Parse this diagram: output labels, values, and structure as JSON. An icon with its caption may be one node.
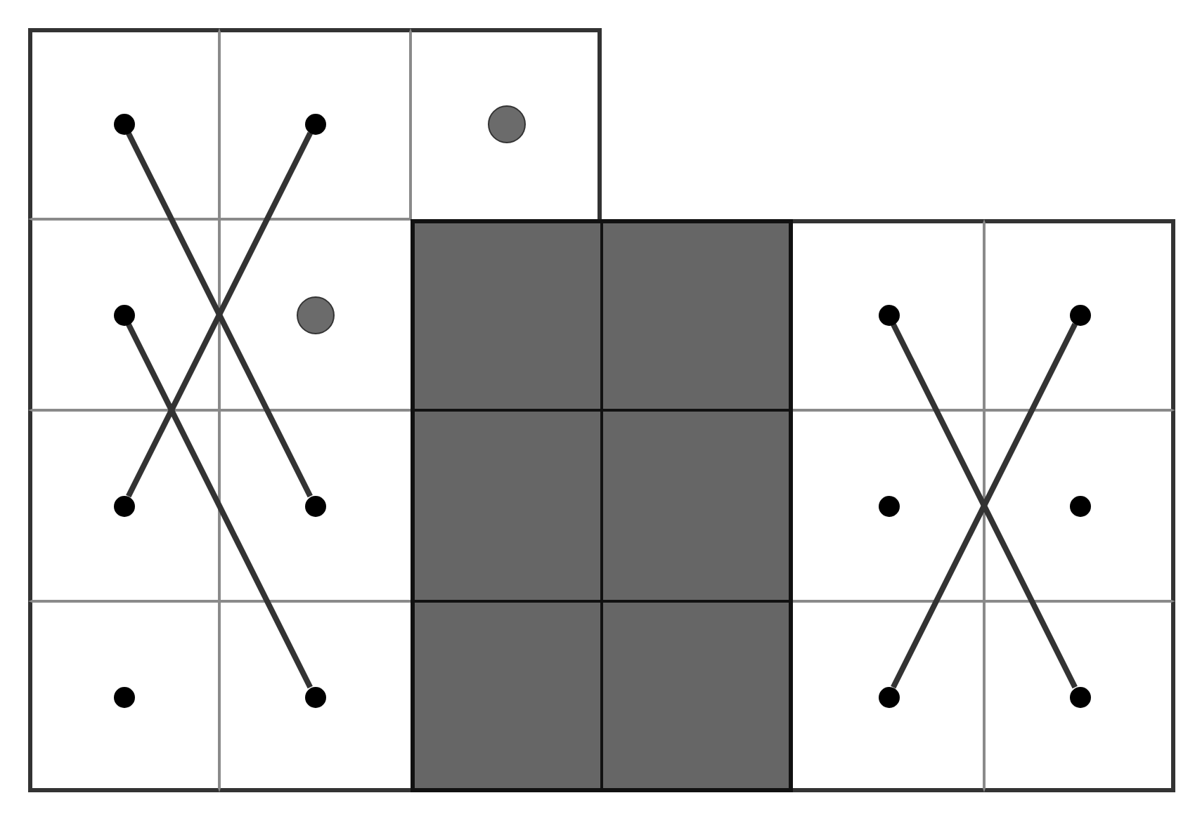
{
  "diagram": {
    "nodes": [
      {
        "text": [],
        "shape": "circle"
      },
      {
        "text": [],
        "shape": "circle"
      },
      {
        "text": [],
        "shape": "circle"
      },
      {
        "text": [],
        "shape": "circle"
      },
      {
        "text": [],
        "shape": "circle"
      },
      {
        "text": [],
        "shape": "circle"
      },
      {
        "text": [],
        "shape": "circle"
      },
      {
        "text": [],
        "shape": "circle"
      },
      {
        "text": [],
        "shape": "circle"
      },
      {
        "text": [],
        "shape": "circle"
      },
      {
        "text": [],
        "shape": "circle"
      },
      {
        "text": [],
        "shape": "circle"
      },
      {
        "text": [],
        "shape": "circle"
      }
    ],
    "edges": [
      {
        "from": 0,
        "to": 6,
        "arrow": "none"
      },
      {
        "from": 1,
        "to": 5,
        "arrow": "none"
      },
      {
        "from": 2,
        "to": 10,
        "arrow": "none"
      },
      {
        "from": 3,
        "to": 12,
        "arrow": "none"
      },
      {
        "from": 4,
        "to": 11,
        "arrow": "none"
      }
    ]
  }
}
